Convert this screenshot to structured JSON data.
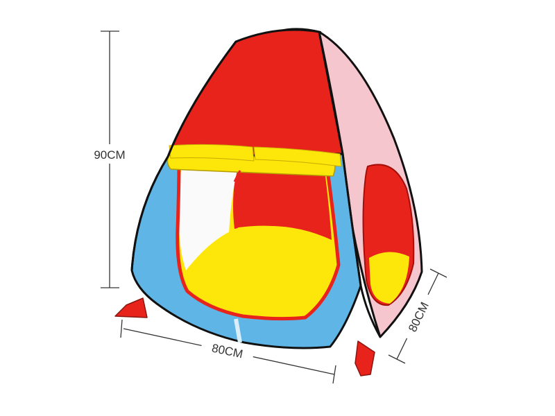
{
  "dimensions": {
    "height_label": "90CM",
    "width_label": "80CM",
    "depth_label": "80CM"
  },
  "colors": {
    "red": "#e8231c",
    "blue": "#5fb6e6",
    "yellow": "#fde60a",
    "pink": "#f6c6cf",
    "outline": "#111111",
    "dimension_line": "#333333"
  }
}
